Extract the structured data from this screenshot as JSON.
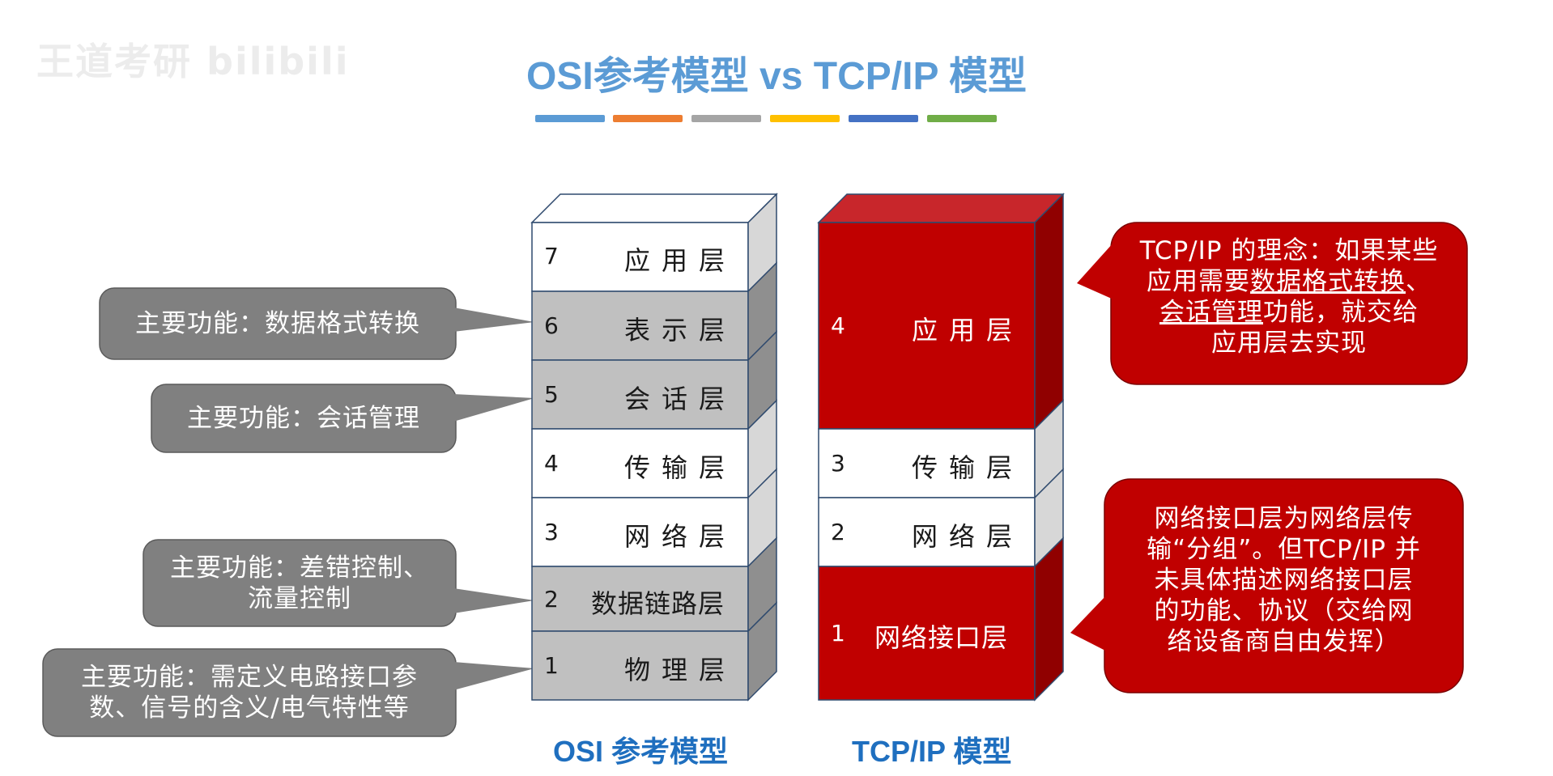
{
  "watermark": "王道考研 bilibili",
  "title": "OSI参考模型 vs TCP/IP 模型",
  "color_bars": [
    "#5b9bd5",
    "#ed7d31",
    "#a5a5a5",
    "#ffc000",
    "#4472c4",
    "#70ad47"
  ],
  "osi": {
    "caption": "OSI 参考模型",
    "layers": [
      {
        "num": "7",
        "name": "应用层",
        "fill": "#ffffff"
      },
      {
        "num": "6",
        "name": "表示层",
        "fill": "#c0c0c0"
      },
      {
        "num": "5",
        "name": "会话层",
        "fill": "#c0c0c0"
      },
      {
        "num": "4",
        "name": "传输层",
        "fill": "#ffffff"
      },
      {
        "num": "3",
        "name": "网络层",
        "fill": "#ffffff"
      },
      {
        "num": "2",
        "name": "数据链路层",
        "fill": "#c0c0c0"
      },
      {
        "num": "1",
        "name": "物理层",
        "fill": "#c0c0c0"
      }
    ]
  },
  "tcpip": {
    "caption": "TCP/IP 模型",
    "layers": [
      {
        "num": "4",
        "name": "应用层",
        "fill": "#c00000"
      },
      {
        "num": "3",
        "name": "传输层",
        "fill": "#ffffff"
      },
      {
        "num": "2",
        "name": "网络层",
        "fill": "#ffffff"
      },
      {
        "num": "1",
        "name": "网络接口层",
        "fill": "#c00000"
      }
    ]
  },
  "left_callouts": [
    {
      "line1": "主要功能：数据格式转换",
      "line2": ""
    },
    {
      "line1": "主要功能：会话管理",
      "line2": ""
    },
    {
      "line1": "主要功能：差错控制、",
      "line2": "流量控制"
    },
    {
      "line1": "主要功能：需定义电路接口参",
      "line2": "数、信号的含义/电气特性等"
    }
  ],
  "right_callouts": {
    "top": {
      "line1": "TCP/IP 的理念：如果某些",
      "line2_pre": "应用需要",
      "line2_u": "数据格式转换",
      "line2_post": "、",
      "line3_u": "会话管理",
      "line3_post": "功能，就交给",
      "line4": "应用层去实现"
    },
    "bottom": {
      "line1": "网络接口层为网络层传",
      "line2": "输“分组”。但TCP/IP 并",
      "line3": "未具体描述网络接口层",
      "line4": "的功能、协议（交给网",
      "line5": "络设备商自由发挥）"
    }
  }
}
